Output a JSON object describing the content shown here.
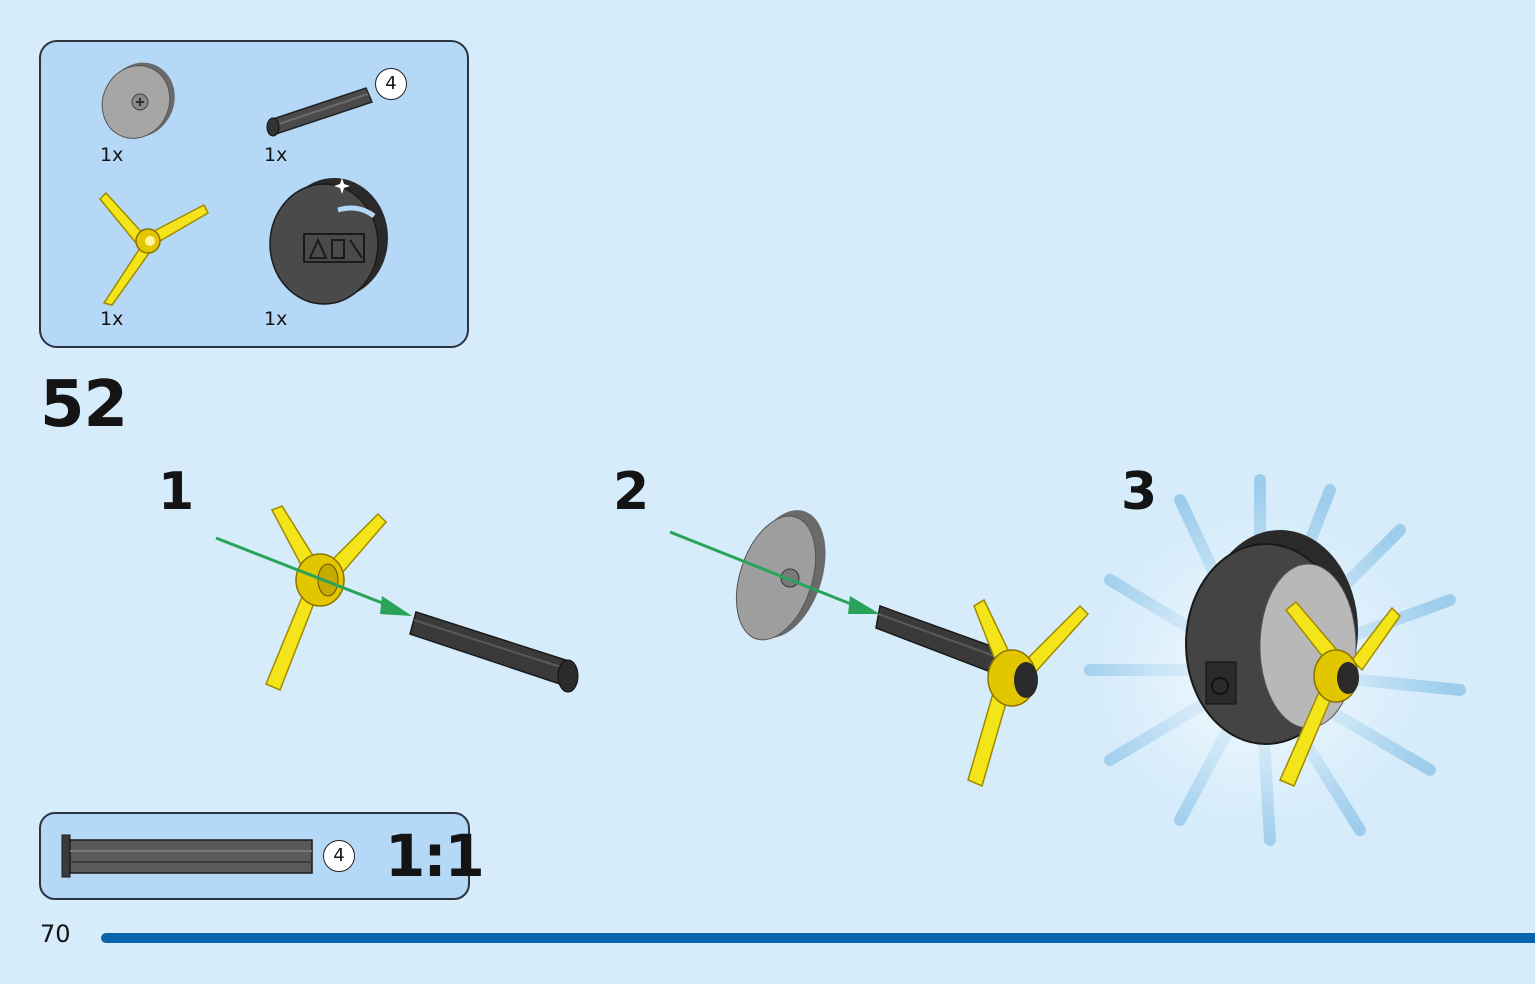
{
  "step": {
    "number": "52"
  },
  "parts_list": {
    "items": [
      {
        "name": "grey-disc",
        "quantity": "1x"
      },
      {
        "name": "axle",
        "quantity": "1x",
        "length_marker": "4"
      },
      {
        "name": "yellow-propeller",
        "quantity": "1x"
      },
      {
        "name": "black-tire-hub",
        "quantity": "1x"
      }
    ]
  },
  "substeps": [
    "1",
    "2",
    "3"
  ],
  "scale_reference": {
    "length_marker": "4",
    "label": "1:1"
  },
  "page": {
    "number": "70"
  },
  "colors": {
    "background": "#d6ecfa",
    "box_fill": "#b4d8f5",
    "yellow_part": "#f4e41a",
    "dark_grey_part": "#3a3a3a",
    "light_grey_part": "#9a9a9a",
    "arrow": "#2aa35a",
    "footer_line": "#0a63ad"
  }
}
